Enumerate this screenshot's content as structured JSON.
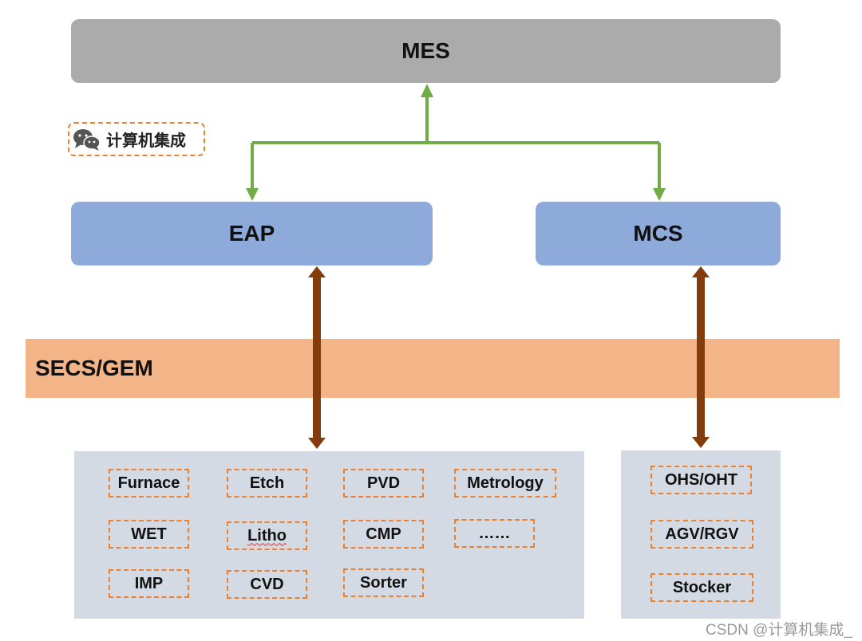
{
  "top": {
    "label": "MES"
  },
  "nodes": {
    "eap": "EAP",
    "mcs": "MCS"
  },
  "protocol": {
    "label": "SECS/GEM"
  },
  "badge": {
    "icon": "wechat-icon",
    "text": "计算机集成"
  },
  "equipment": [
    "Furnace",
    "Etch",
    "PVD",
    "Metrology",
    "WET",
    "Litho",
    "CMP",
    "……",
    "IMP",
    "CVD",
    "Sorter"
  ],
  "material_handling": [
    "OHS/OHT",
    "AGV/RGV",
    "Stocker"
  ],
  "colors": {
    "mes": "#ababab",
    "app": "#8eaadb",
    "protocol_band": "#f3b487",
    "panel": "#d4dae4",
    "dashed_border": "#ee7f2c",
    "green_arrow": "#70ad47",
    "brown_arrow": "#843c0c"
  },
  "watermark": "CSDN @计算机集成_"
}
